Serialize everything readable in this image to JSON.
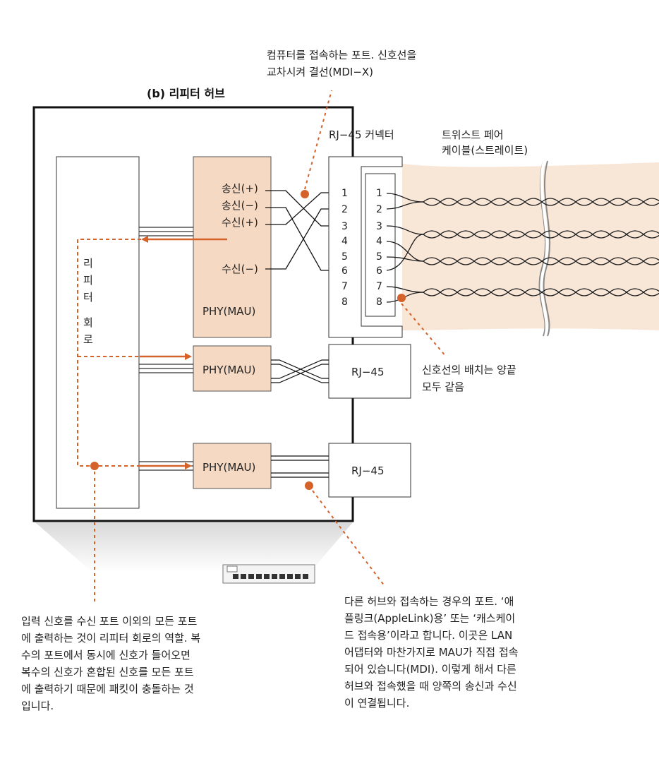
{
  "title": "(b) 리피터 허브",
  "repeater_circuit_label": [
    "리",
    "피",
    "터",
    "회",
    "로"
  ],
  "phy_label": "PHY(MAU)",
  "signals": {
    "tx_plus": "송신(+)",
    "tx_minus": "송신(−)",
    "rx_plus": "수신(+)",
    "rx_minus": "수신(−)"
  },
  "rj45_connector_label": "RJ−45 커넥터",
  "rj45_label": "RJ−45",
  "cable_label": [
    "트위스트 페어",
    "케이블(스트레이트)"
  ],
  "pins": [
    "1",
    "2",
    "3",
    "4",
    "5",
    "6",
    "7",
    "8"
  ],
  "notes": {
    "mdix": [
      "컴퓨터를 접속하는 포트. 신호선을",
      "교차시켜 결선(MDI−X)"
    ],
    "pinout": [
      "신호선의 배치는 양끝",
      "모두 같음"
    ],
    "repeater": [
      "입력 신호를 수신 포트 이외의 모든 포트",
      "에 출력하는 것이 리피터 회로의 역할. 복",
      "수의 포트에서 동시에 신호가 들어오면",
      "복수의 신호가 혼합된 신호를 모든 포트",
      "에 출력하기 때문에 패킷이 충돌하는 것",
      "입니다."
    ],
    "cascade": [
      "다른 허브와 접속하는 경우의 포트. ‘애",
      "플링크(AppleLink)용’ 또는 ‘캐스케이",
      "드 접속용’이라고 합니다. 이곳은 LAN",
      "어댑터와 마찬가지로 MAU가 직접 접속",
      "되어 있습니다(MDI). 이렇게 해서 다른",
      "허브와 접속했을 때 양쪽의 송신과 수신",
      "이 연결됩니다."
    ]
  },
  "colors": {
    "accent": "#d4622a",
    "phy_fill": "#f6d9c3",
    "cable_fill": "#f8e6d7",
    "line": "#1a1a1a"
  }
}
